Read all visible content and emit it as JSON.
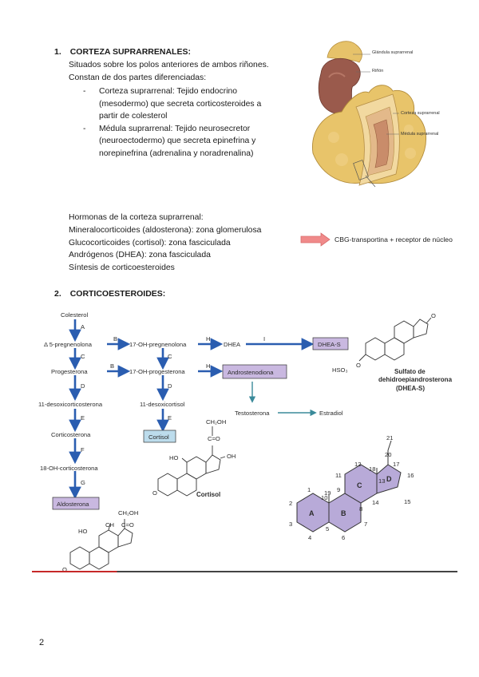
{
  "section1": {
    "number": "1.",
    "title": "CORTEZA SUPRARRENALES:",
    "lines": [
      "Situados sobre los polos anteriores de ambos riñones.",
      "Constan de dos partes diferenciadas:"
    ],
    "bullets": [
      [
        "Corteza suprarrenal: Tejido endocrino",
        "(mesodermo) que secreta corticosteroides a",
        "partir de colesterol"
      ],
      [
        "Médula suprarrenal: Tejido neurosecretor",
        "(neuroectodermo) que secreta epinefrina y",
        "norepinefrina (adrenalina y noradrenalina)"
      ]
    ],
    "hormones": [
      "Hormonas de la corteza suprarrenal:",
      "Mineralocorticoides (aldosterona): zona glomerulosa",
      "Glucocorticoides (cortisol): zona fasciculada",
      "Andrógenos (DHEA): zona fasciculada",
      "Síntesis de corticoesteroides"
    ],
    "arrow_note": "CBG-transportina + receptor de núcleo",
    "figure_labels": {
      "gland": "Glándula suprarrenal",
      "kidney": "Riñón",
      "cortex": "Corteza suprarrenal",
      "medulla": "Médula suprarrenal"
    }
  },
  "section2": {
    "number": "2.",
    "title": "CORTICOESTEROIDES:"
  },
  "pathway": {
    "nodes": {
      "colesterol": "Colesterol",
      "pregnenolona": "Δ 5-pregnenolona",
      "oh_pregnenolona": "17-OH-pregnenolona",
      "dhea": "DHEA",
      "dheas": "DHEA-S",
      "progesterona": "Progesterona",
      "oh_progesterona": "17-OH-progesterona",
      "androstenediona": "Androstenodiona",
      "desoxicorticosterona": "11-desoxicorticosterona",
      "desoxicortisol": "11-desoxicortisol",
      "testosterona": "Testosterona",
      "estradiol": "Estradiol",
      "corticosterona": "Corticosterona",
      "cortisol": "Cortisol",
      "oh_corticosterona": "18-OH-corticosterona",
      "aldosterona": "Aldosterona"
    },
    "enzymes": [
      "A",
      "B",
      "C",
      "D",
      "E",
      "F",
      "G",
      "H",
      "I"
    ],
    "dheas_structure": {
      "name_line1": "Sulfato de",
      "name_line2": "dehidroepiandrosterona",
      "name_line3": "(DHEA-S)",
      "group": "HSO₃",
      "oxygen": "O"
    },
    "cortisol_structure": {
      "name": "Cortisol",
      "ch2oh": "CH₂OH",
      "co": "C=O",
      "oh": "OH",
      "ho": "HO",
      "o": "O"
    },
    "aldosterone_structure": {
      "ch2oh": "CH₂OH",
      "ch": "CH",
      "co": "C=O",
      "ho": "HO",
      "o": "O"
    },
    "numbering": {
      "rings": [
        "A",
        "B",
        "C",
        "D"
      ],
      "numbers": [
        "1",
        "2",
        "3",
        "4",
        "5",
        "6",
        "7",
        "8",
        "9",
        "10",
        "11",
        "12",
        "13",
        "14",
        "15",
        "16",
        "17",
        "18",
        "19",
        "20",
        "21"
      ]
    }
  },
  "footer": {
    "page_number": "2"
  },
  "colors": {
    "arrow_blue": "#2a5db0",
    "box_purple": "#c9b8e0",
    "box_blue": "#bcdcec",
    "red_arrow": "#f08a8a",
    "ring_purple": "#b8aad8"
  }
}
